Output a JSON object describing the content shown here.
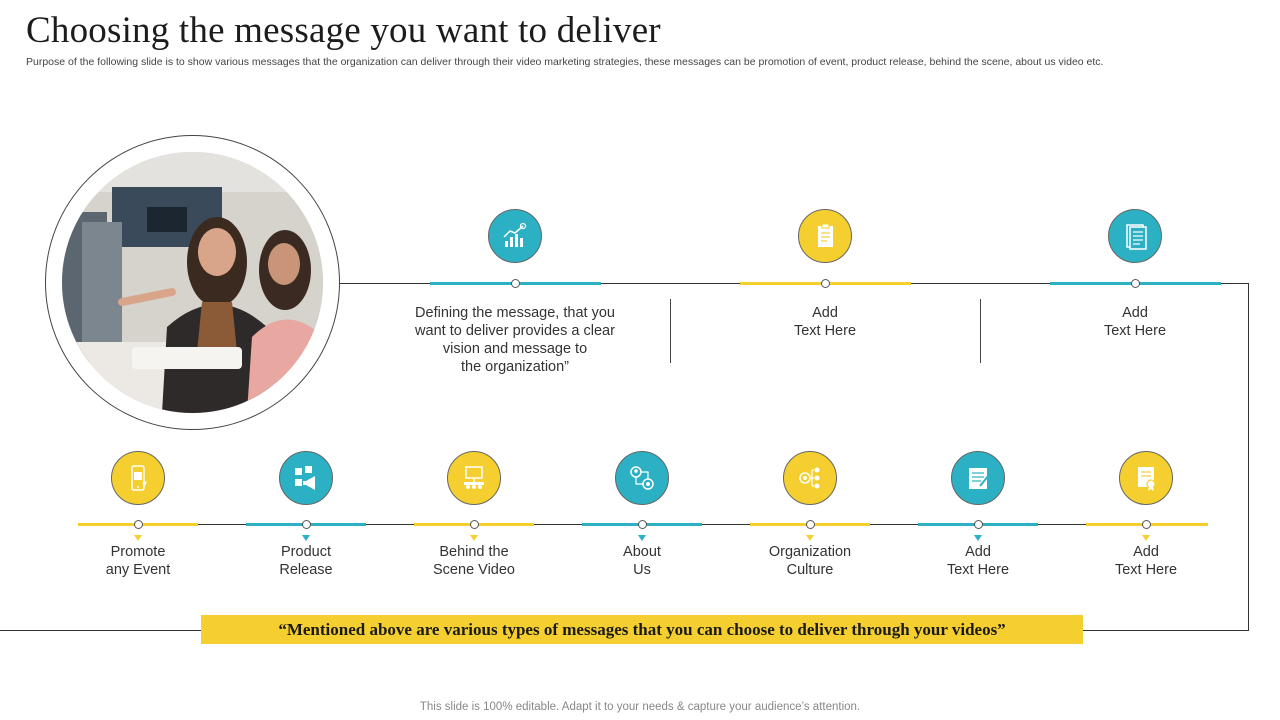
{
  "slide": {
    "title": "Choosing the message you want to deliver",
    "subtitle": "Purpose of the following slide is to show various messages that the organization can deliver through their video marketing strategies, these messages can be promotion of event,  product release, behind the scene, about us video etc.",
    "banner": "“Mentioned above are various types of messages that you can choose to deliver through your videos”",
    "footer": "This slide is 100% editable. Adapt it to your needs & capture your audience’s attention."
  },
  "colors": {
    "teal": "#2bb1c3",
    "yellow": "#f5cf2f"
  },
  "top_items": [
    {
      "icon": "growth-chart-icon",
      "color": "teal",
      "text": "Defining the message, that you\nwant to deliver provides a clear\nvision and message to\nthe organization”"
    },
    {
      "icon": "clipboard-icon",
      "color": "yellow",
      "text": "Add\nText Here"
    },
    {
      "icon": "document-icon",
      "color": "teal",
      "text": "Add\nText Here"
    }
  ],
  "bottom_items": [
    {
      "icon": "phone-calendar-icon",
      "color": "yellow",
      "label": "Promote\nany Event"
    },
    {
      "icon": "megaphone-icon",
      "color": "teal",
      "label": "Product\nRelease"
    },
    {
      "icon": "presentation-icon",
      "color": "yellow",
      "label": "Behind the\nScene Video"
    },
    {
      "icon": "team-network-icon",
      "color": "teal",
      "label": "About\nUs"
    },
    {
      "icon": "target-list-icon",
      "color": "yellow",
      "label": "Organization\nCulture"
    },
    {
      "icon": "checklist-icon",
      "color": "teal",
      "label": "Add\nText Here"
    },
    {
      "icon": "certificate-icon",
      "color": "yellow",
      "label": "Add\nText Here"
    }
  ]
}
